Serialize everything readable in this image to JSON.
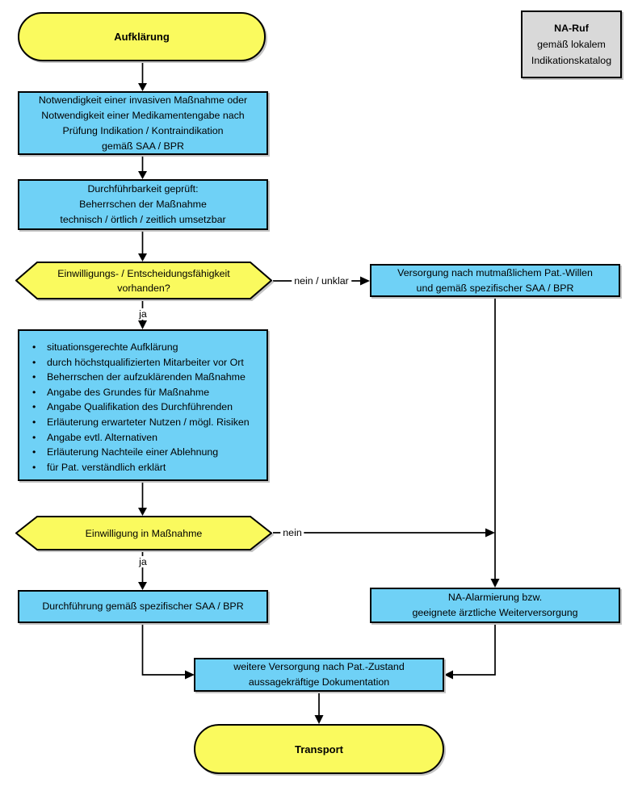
{
  "colors": {
    "node_blue": "#6FD1F6",
    "node_yellow": "#FAFA5E",
    "note_grey": "#D9D9D9",
    "line_black": "#000000"
  },
  "start": {
    "label": "Aufklärung"
  },
  "note": {
    "title": "NA-Ruf",
    "line2": "gemäß lokalem",
    "line3": "Indikationskatalog"
  },
  "need": {
    "lines": [
      "Notwendigkeit einer invasiven Maßnahme oder",
      "Notwendigkeit einer Medikamentengabe nach",
      "Prüfung Indikation / Kontraindikation",
      "gemäß SAA / BPR"
    ]
  },
  "feasibility": {
    "lines": [
      "Durchführbarkeit geprüft:",
      "Beherrschen der Maßnahme",
      "technisch / örtlich / zeitlich umsetzbar"
    ]
  },
  "decision1": {
    "lines": [
      "Einwilligungs- / Entscheidungsfähigkeit",
      "vorhanden?"
    ]
  },
  "presumed_will": {
    "lines": [
      "Versorgung nach mutmaßlichem Pat.-Willen",
      "und gemäß spezifischer SAA / BPR"
    ]
  },
  "checklist": {
    "items": [
      "situationsgerechte Aufklärung",
      "durch höchstqualifizierten Mitarbeiter vor Ort",
      "Beherrschen der aufzuklärenden Maßnahme",
      "Angabe des Grundes für Maßnahme",
      "Angabe Qualifikation des Durchführenden",
      "Erläuterung erwarteter Nutzen / mögl. Risiken",
      "Angabe evtl. Alternativen",
      "Erläuterung Nachteile einer Ablehnung",
      "für Pat. verständlich erklärt"
    ]
  },
  "decision2": {
    "label": "Einwilligung in Maßnahme"
  },
  "execute": {
    "label": "Durchführung gemäß spezifischer SAA / BPR"
  },
  "na_alarm": {
    "lines": [
      "NA-Alarmierung bzw.",
      "geeignete ärztliche Weiterversorgung"
    ]
  },
  "further_care": {
    "lines": [
      "weitere Versorgung nach Pat.-Zustand",
      "aussagekräftige Dokumentation"
    ]
  },
  "transport": {
    "label": "Transport"
  },
  "edge_labels": {
    "no_unclear": "nein / unklar",
    "yes1": "ja",
    "no": "nein",
    "yes2": "ja"
  }
}
